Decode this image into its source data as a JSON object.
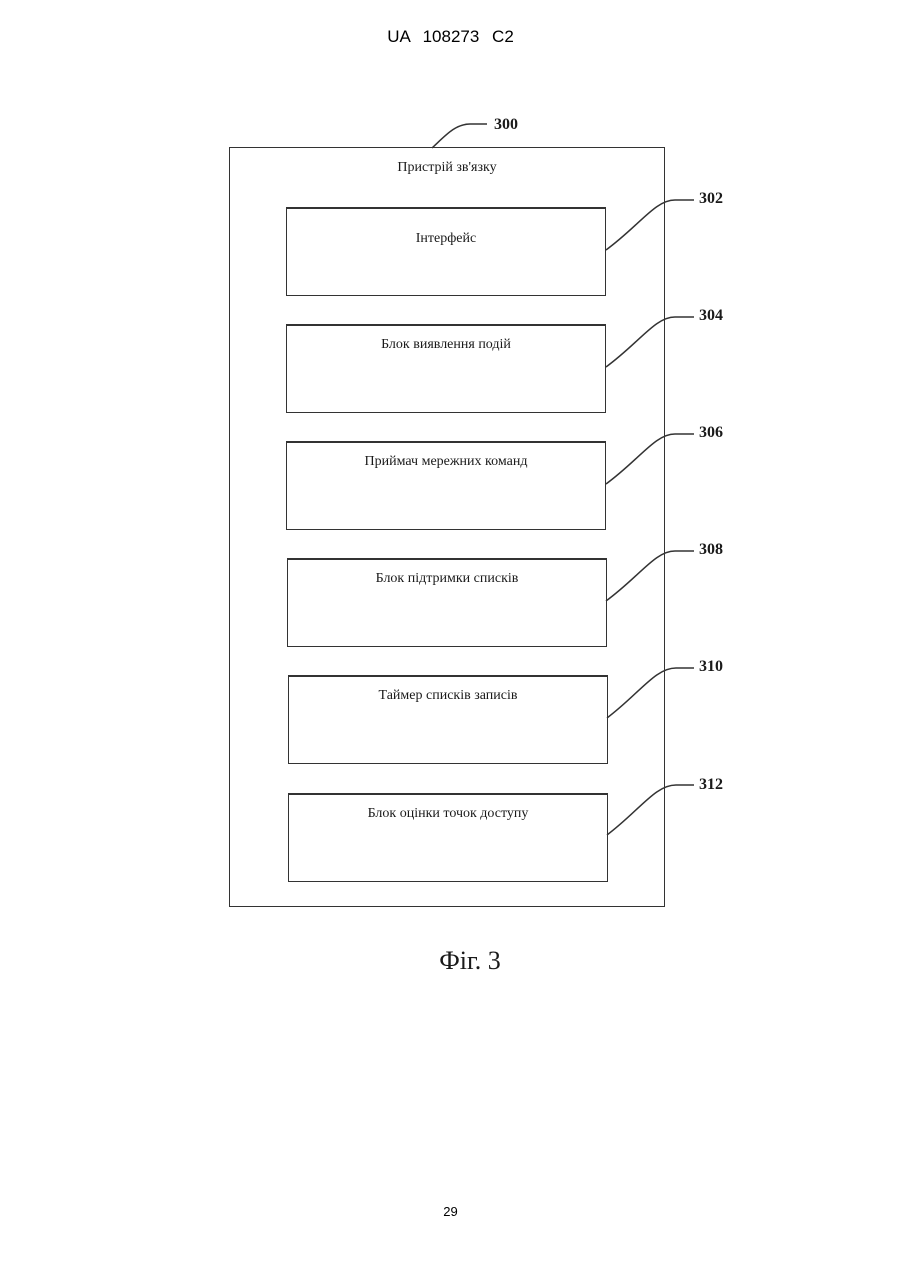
{
  "header": {
    "patent_number": "UA   108273   C2"
  },
  "diagram": {
    "outer": {
      "ref": "300",
      "title": "Пристрій зв'язку"
    },
    "blocks": [
      {
        "ref": "302",
        "label": "Інтерфейс"
      },
      {
        "ref": "304",
        "label": "Блок виявлення подій"
      },
      {
        "ref": "306",
        "label": "Приймач мережних команд"
      },
      {
        "ref": "308",
        "label": "Блок підтримки списків"
      },
      {
        "ref": "310",
        "label": "Таймер списків записів"
      },
      {
        "ref": "312",
        "label": "Блок оцінки точок доступу"
      }
    ]
  },
  "caption": "Фіг. 3",
  "footer": {
    "page_number": "29"
  }
}
